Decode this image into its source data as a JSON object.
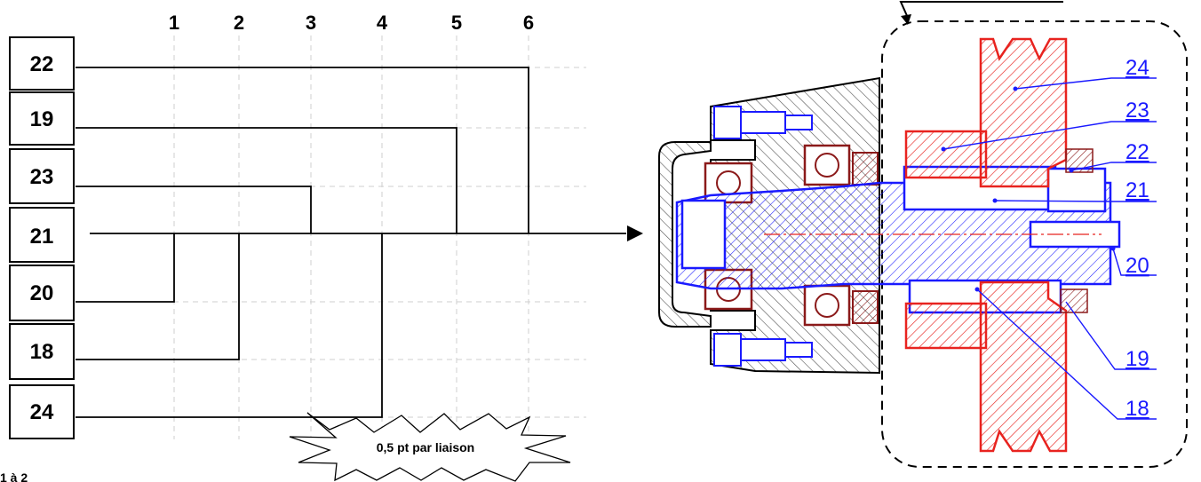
{
  "columns": [
    "1",
    "2",
    "3",
    "4",
    "5",
    "6"
  ],
  "boxes": [
    "22",
    "19",
    "23",
    "21",
    "20",
    "18",
    "24"
  ],
  "star_label": "0,5 pt par liaison",
  "fig_fragment": "1 à 2",
  "part_labels": [
    "24",
    "23",
    "22",
    "21",
    "20",
    "19",
    "18"
  ],
  "colors": {
    "line": "#000000",
    "grid": "#cfcfcf",
    "part_red": "#e8231f",
    "part_blue": "#1a1aff",
    "bearing": "#8b1a1a",
    "housing_hatch": "#555555"
  }
}
